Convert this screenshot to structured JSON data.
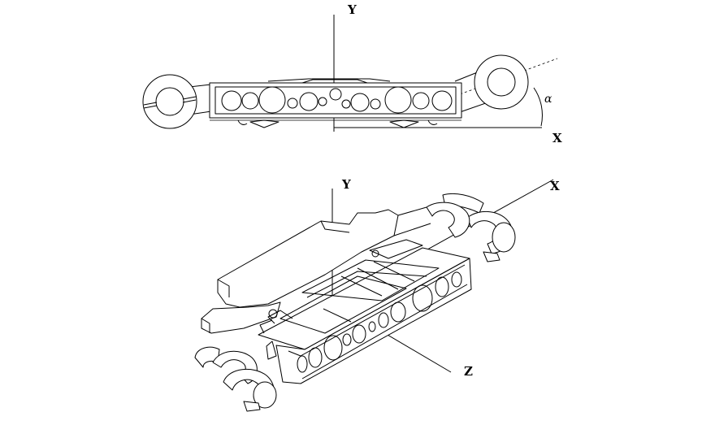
{
  "top_view": {
    "axis_y": "Y",
    "axis_x": "X",
    "angle": "α"
  },
  "iso_view": {
    "axis_y": "Y",
    "axis_x": "X",
    "axis_z": "Z"
  }
}
